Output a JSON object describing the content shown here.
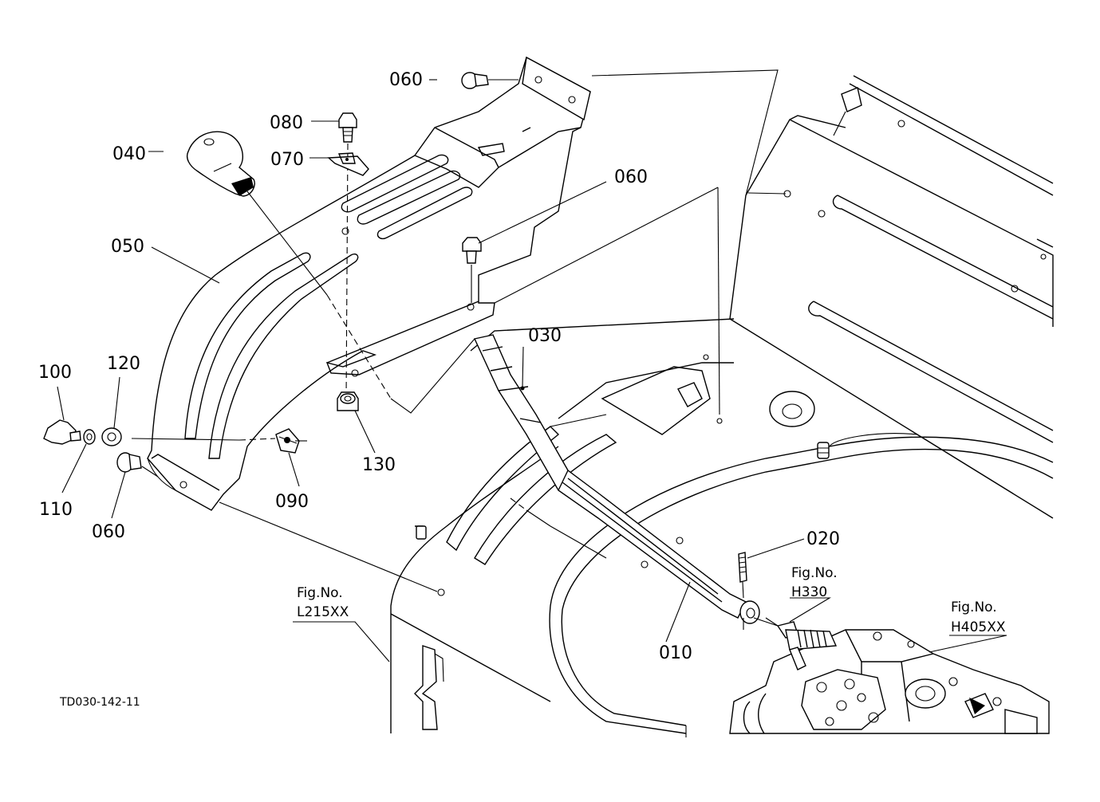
{
  "diagram": {
    "drawing_code": "TD030-142-11",
    "parts": [
      {
        "id": "part-010",
        "label": "010"
      },
      {
        "id": "part-020",
        "label": "020"
      },
      {
        "id": "part-030",
        "label": "030"
      },
      {
        "id": "part-040",
        "label": "040"
      },
      {
        "id": "part-050",
        "label": "050"
      },
      {
        "id": "part-060-top",
        "label": "060"
      },
      {
        "id": "part-060-mid",
        "label": "060"
      },
      {
        "id": "part-060-low",
        "label": "060"
      },
      {
        "id": "part-070",
        "label": "070"
      },
      {
        "id": "part-080",
        "label": "080"
      },
      {
        "id": "part-090",
        "label": "090"
      },
      {
        "id": "part-100",
        "label": "100"
      },
      {
        "id": "part-110",
        "label": "110"
      },
      {
        "id": "part-120",
        "label": "120"
      },
      {
        "id": "part-130",
        "label": "130"
      }
    ],
    "figure_refs": [
      {
        "id": "fig-l215",
        "title": "Fig.No.",
        "number": "L215XX"
      },
      {
        "id": "fig-h330",
        "title": "Fig.No.",
        "number": "H330"
      },
      {
        "id": "fig-h405",
        "title": "Fig.No.",
        "number": "H405XX"
      }
    ]
  }
}
